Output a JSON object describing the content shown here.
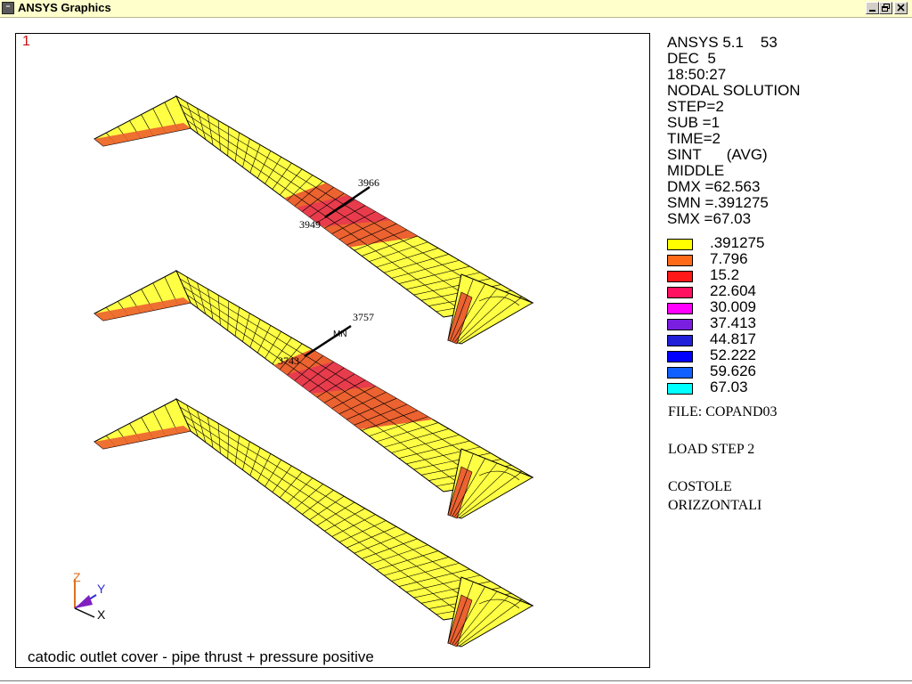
{
  "window": {
    "title": "ANSYS Graphics",
    "icon": "app-menu-icon",
    "controls": [
      "minimize-icon",
      "restore-icon",
      "close-icon"
    ]
  },
  "viewport": {
    "window_number": "1",
    "subtitle": "catodic outlet cover - pipe thrust + pressure positive",
    "node_labels": {
      "top_a": "3966",
      "top_b": "3949",
      "mid_a": "3757",
      "mid_b": "3743",
      "mid_mn": "MN"
    },
    "triad": {
      "z": "Z",
      "y": "Y",
      "x": "X"
    }
  },
  "info": {
    "lines": [
      "ANSYS 5.1    53",
      "DEC  5",
      "18:50:27",
      "NODAL SOLUTION",
      "STEP=2",
      "SUB =1",
      "TIME=2",
      "SINT      (AVG)",
      "MIDDLE",
      "DMX =62.563",
      "SMN =.391275",
      "SMX =67.03"
    ]
  },
  "legend": [
    {
      "value": ".391275",
      "color": "#ffff00"
    },
    {
      "value": "7.796",
      "color": "#ff6a18"
    },
    {
      "value": "15.2",
      "color": "#ff1818"
    },
    {
      "value": "22.604",
      "color": "#ff1060"
    },
    {
      "value": "30.009",
      "color": "#ff00ff"
    },
    {
      "value": "37.413",
      "color": "#7a1fe0"
    },
    {
      "value": "44.817",
      "color": "#2020d8"
    },
    {
      "value": "52.222",
      "color": "#0000ff"
    },
    {
      "value": "59.626",
      "color": "#1060ff"
    },
    {
      "value": "67.03",
      "color": "#00ffff"
    }
  ],
  "notes": {
    "file": "FILE: COPAND03",
    "load_step": "LOAD STEP 2",
    "line1": "COSTOLE",
    "line2": "ORIZZONTALI"
  },
  "colors": {
    "titlebar": "#ffffcc",
    "mesh_fill": "#ffff44",
    "mesh_line": "#000000",
    "hot_orange": "#ec6230",
    "hot_red": "#e83c4c",
    "window_number": "#d01010"
  }
}
